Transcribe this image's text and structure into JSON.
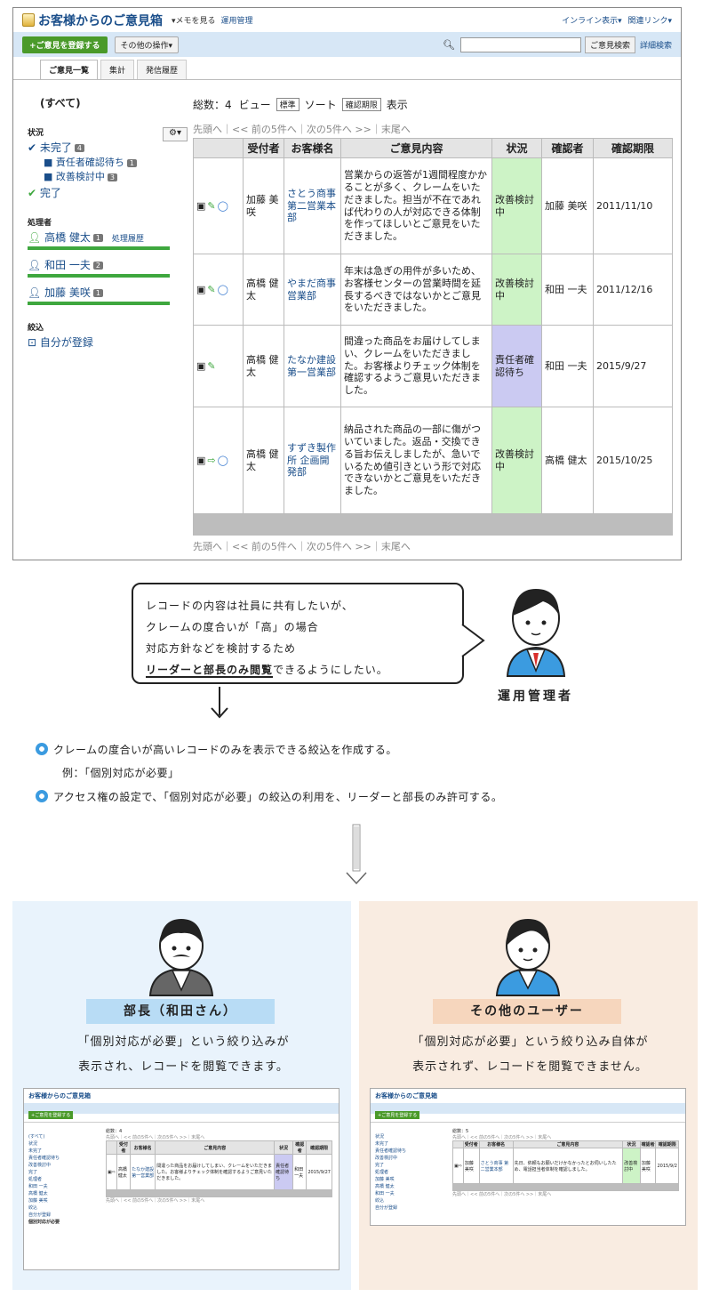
{
  "app": {
    "title": "お客様からのご意見箱",
    "memo_link": "▾メモを見る",
    "admin_link": "運用管理",
    "inline_link": "インライン表示▾",
    "related_link": "関連リンク▾"
  },
  "toolbar": {
    "register_btn": "+ご意見を登録する",
    "other_ops_btn": "その他の操作▾",
    "search_btn": "ご意見検索",
    "advanced_search": "詳細検索",
    "search_icon": "magnifier-icon"
  },
  "tabs": [
    "ご意見一覧",
    "集計",
    "発信履歴"
  ],
  "sidebar": {
    "all": "(すべて)",
    "status_label": "状況",
    "status_items": [
      {
        "label": "未完了",
        "count": "4"
      },
      {
        "label": "責任者確認待ち",
        "count": "1"
      },
      {
        "label": "改善検討中",
        "count": "3"
      },
      {
        "label": "完了",
        "count": ""
      }
    ],
    "handler_label": "処理者",
    "handlers": [
      {
        "name": "高橋 健太",
        "count": "1"
      },
      {
        "name": "和田 一夫",
        "count": "2"
      },
      {
        "name": "加藤 美咲",
        "count": "1"
      }
    ],
    "history_link": "処理履歴",
    "filter_label": "絞込",
    "filter_item": "自分が登録"
  },
  "list": {
    "total": "総数：4",
    "view_label": "ビュー",
    "view_value": "標準",
    "sort_label": "ソート",
    "sort_value": "確認期限",
    "display_label": "表示",
    "pager": "先頭へ｜<< 前の5件へ｜次の5件へ >>｜末尾へ",
    "headers": [
      "受付者",
      "お客様名",
      "ご意見内容",
      "状況",
      "確認者",
      "確認期限"
    ],
    "rows": [
      {
        "receiver": "加藤 美咲",
        "customer": "さとう商事 第二営業本部",
        "content": "営業からの返答が1週間程度かかることが多く、クレームをいただきました。担当が不在であれば代わりの人が対応できる体制を作ってほしいとご意見をいただきました。",
        "status": "改善検討中",
        "checker": "加藤 美咲",
        "deadline": "2011/11/10",
        "status_color": "green"
      },
      {
        "receiver": "高橋 健太",
        "customer": "やまだ商事 営業部",
        "content": "年末は急ぎの用件が多いため、お客様センターの営業時間を延長するべきではないかとご意見をいただきました。",
        "status": "改善検討中",
        "checker": "和田 一夫",
        "deadline": "2011/12/16",
        "status_color": "green"
      },
      {
        "receiver": "高橋 健太",
        "customer": "たなか建設 第一営業部",
        "content": "間違った商品をお届けしてしまい、クレームをいただきました。お客様よりチェック体制を確認するようご意見いただきました。",
        "status": "責任者確認待ち",
        "checker": "和田 一夫",
        "deadline": "2015/9/27",
        "status_color": "purple"
      },
      {
        "receiver": "高橋 健太",
        "customer": "すずき製作所 企画開発部",
        "content": "納品された商品の一部に傷がついていました。返品・交換できる旨お伝えしましたが、急いでいるため値引きという形で対応できないかとご意見をいただきました。",
        "status": "改善検討中",
        "checker": "高橋 健太",
        "deadline": "2015/10/25",
        "status_color": "green"
      }
    ]
  },
  "bubble": {
    "line1": "レコードの内容は社員に共有したいが、",
    "line2": "クレームの度合いが「高」の場合",
    "line3": "対応方針などを検討するため",
    "line4_em": "リーダーと部長のみ閲覧",
    "line4_rest": "できるようにしたい。"
  },
  "admin_caption": "運用管理者",
  "points": {
    "p1": "クレームの度合いが高いレコードのみを表示できる絞込を作成する。",
    "p1_example": "例：「個別対応が必要」",
    "p2": "アクセス権の設定で、「個別対応が必要」の絞込の利用を、リーダーと部長のみ許可する。"
  },
  "left_panel": {
    "role": "部長（和田さん）",
    "desc1": "「個別対応が必要」という絞り込みが",
    "desc2": "表示され、レコードを閲覧できます。",
    "mini_title": "お客様からのご意見箱",
    "mini_total": "総数：4",
    "mini_side": [
      "(すべて)",
      "状況",
      "未完了",
      "責任者確認待ち",
      "改善検討中",
      "完了",
      "処理者",
      "和田 一夫",
      "高橋 健太",
      "加藤 美咲",
      "絞込",
      "自分が登録",
      "個別対応が必要"
    ],
    "mini_row": {
      "receiver": "高橋 健太",
      "customer": "たなか建設 第一営業部",
      "content": "間違った商品をお届けしてしまい、クレームをいただきました。お客様よりチェック体制を確認するようご意見いただきました。",
      "status": "責任者確認待ち",
      "checker": "和田 一夫",
      "deadline": "2015/9/27"
    }
  },
  "right_panel": {
    "role": "その他のユーザー",
    "desc1": "「個別対応が必要」という絞り込み自体が",
    "desc2": "表示されず、レコードを閲覧できません。",
    "mini_title": "お客様からのご意見箱",
    "mini_total": "総数：5",
    "mini_side": [
      "状況",
      "未完了",
      "責任者確認待ち",
      "改善検討中",
      "完了",
      "処理者",
      "加藤 美咲",
      "高橋 健太",
      "和田 一夫",
      "絞込",
      "自分が登録"
    ],
    "mini_row": {
      "receiver": "加藤 美咲",
      "customer": "さとう商事 第二営業本部",
      "content": "先日、依頼もお願いだけかなかったとお伺いしたため、電話担当者体制を確認しました。",
      "status": "改善検討中",
      "checker": "加藤 美咲",
      "deadline": "2015/9/2"
    }
  },
  "colors": {
    "accent": "#1a4e8a",
    "green_btn": "#4a9a2a",
    "status_green": "#cdf3c6",
    "status_purple": "#cbcaf2"
  }
}
